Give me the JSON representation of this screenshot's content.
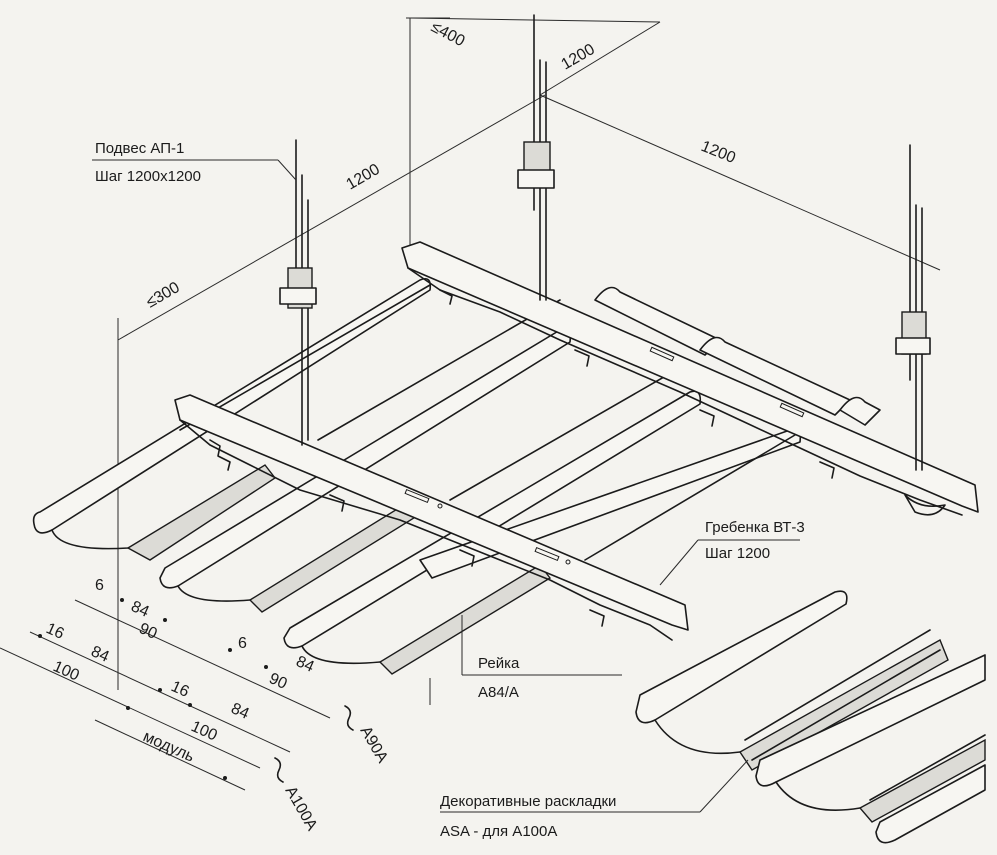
{
  "labels": {
    "hanger_name": "Подвес АП-1",
    "hanger_step": "Шаг 1200х1200",
    "comb_name": "Гребенка ВТ-3",
    "comb_step": "Шаг 1200",
    "rail_name": "Рейка",
    "rail_model": "А84/А",
    "decor_name": "Декоративные раскладки",
    "decor_model": "ASA - для А100А"
  },
  "dimensions": {
    "max_400": "≤400",
    "max_300": "≤300",
    "span_top": "1200",
    "span_right": "1200",
    "span_left": "1200",
    "a90_gap_1": "6",
    "a90_width_1": "84",
    "a90_module_1": "90",
    "a90_gap_2": "6",
    "a90_width_2": "84",
    "a90_module_2": "90",
    "a100_gap_1": "16",
    "a100_width_1": "84",
    "a100_module_1": "100",
    "a100_gap_2": "16",
    "a100_width_2": "84",
    "a100_module_2": "100",
    "module_label": "модуль",
    "a90_group": "А90А",
    "a100_group": "А100А"
  }
}
